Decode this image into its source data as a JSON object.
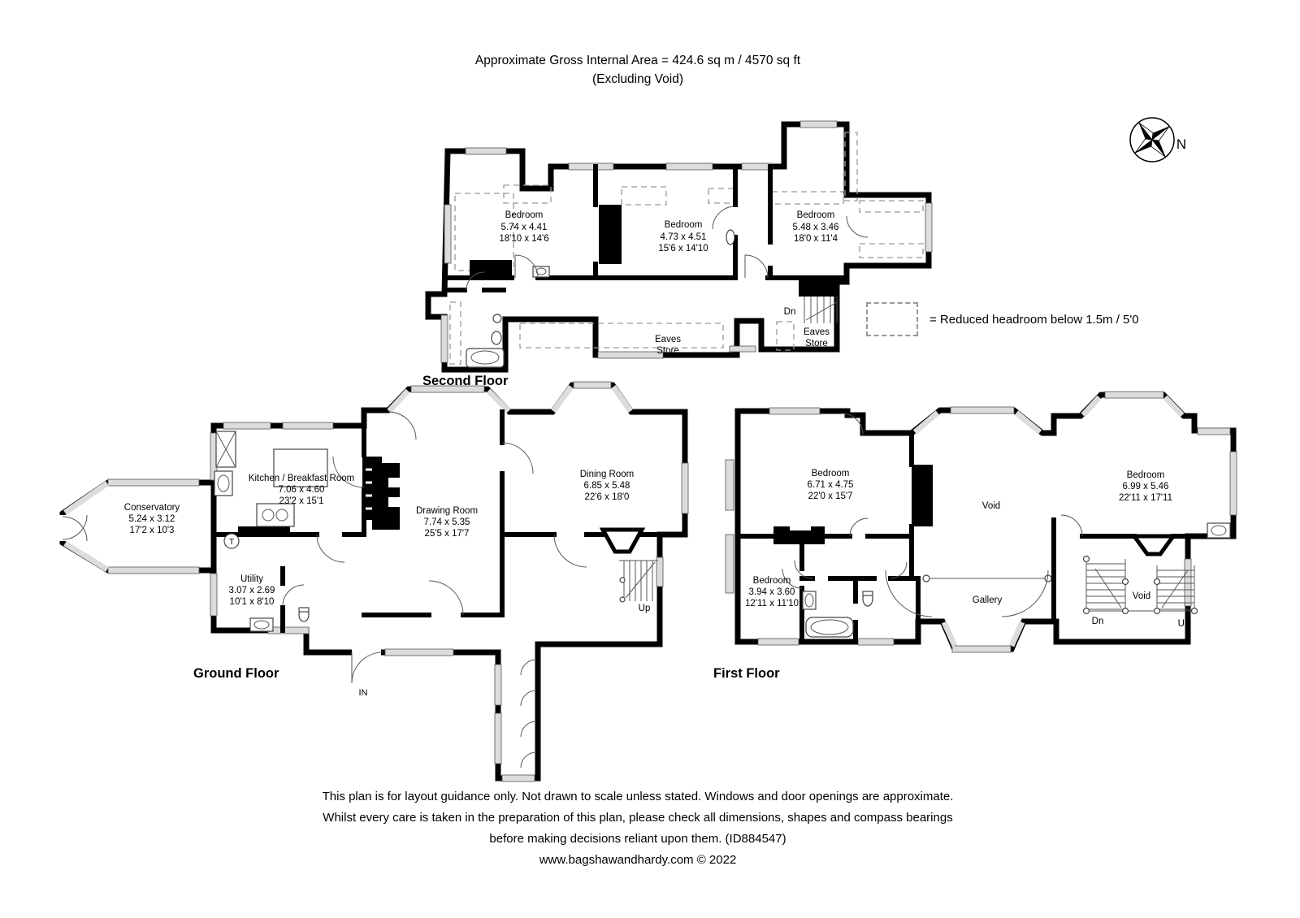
{
  "header": {
    "line1": "Approximate Gross Internal Area = 424.6 sq m / 4570 sq ft",
    "line2": "(Excluding Void)"
  },
  "compass": {
    "label": "N"
  },
  "legend": {
    "text": "= Reduced headroom below 1.5m / 5'0"
  },
  "floors": {
    "second": {
      "label": "Second Floor",
      "bedroom1": {
        "name": "Bedroom",
        "metric": "5.74 x 4.41",
        "imperial": "18'10 x 14'6"
      },
      "bedroom2": {
        "name": "Bedroom",
        "metric": "4.73 x 4.51",
        "imperial": "15'6 x 14'10"
      },
      "bedroom3": {
        "name": "Bedroom",
        "metric": "5.48 x 3.46",
        "imperial": "18'0 x 11'4"
      },
      "eaves_store": {
        "line1": "Eaves",
        "line2": "Store"
      },
      "eaves_store2": {
        "line1": "Eaves",
        "line2": "Store"
      },
      "stairs_down": "Dn"
    },
    "ground": {
      "label": "Ground Floor",
      "conservatory": {
        "name": "Conservatory",
        "metric": "5.24 x 3.12",
        "imperial": "17'2 x 10'3"
      },
      "kitchen": {
        "name": "Kitchen / Breakfast Room",
        "metric": "7.06 x 4.60",
        "imperial": "23'2 x 15'1"
      },
      "drawing_room": {
        "name": "Drawing Room",
        "metric": "7.74 x 5.35",
        "imperial": "25'5 x 17'7"
      },
      "dining_room": {
        "name": "Dining Room",
        "metric": "6.85 x 5.48",
        "imperial": "22'6 x 18'0"
      },
      "utility": {
        "name": "Utility",
        "metric": "3.07 x 2.69",
        "imperial": "10'1 x 8'10"
      },
      "stairs_up": "Up",
      "entrance": "IN",
      "thermostat": "T"
    },
    "first": {
      "label": "First Floor",
      "bedroom1": {
        "name": "Bedroom",
        "metric": "6.71 x 4.75",
        "imperial": "22'0 x 15'7"
      },
      "bedroom2": {
        "name": "Bedroom",
        "metric": "3.94 x 3.60",
        "imperial": "12'11 x 11'10"
      },
      "bedroom3": {
        "name": "Bedroom",
        "metric": "6.99 x 5.46",
        "imperial": "22'11 x 17'11"
      },
      "void1": "Void",
      "void2": "Void",
      "gallery": "Gallery",
      "stairs_down": "Dn",
      "stairs_up": "Up"
    }
  },
  "footer": {
    "line1": "This plan is for layout guidance only. Not drawn to scale unless stated. Windows and door openings are approximate.",
    "line2": "Whilst every care is taken in the preparation of this plan, please check all dimensions, shapes and compass bearings",
    "line3": "before making decisions reliant upon them. (ID884547)",
    "line4": "www.bagshawandhardy.com © 2022"
  }
}
